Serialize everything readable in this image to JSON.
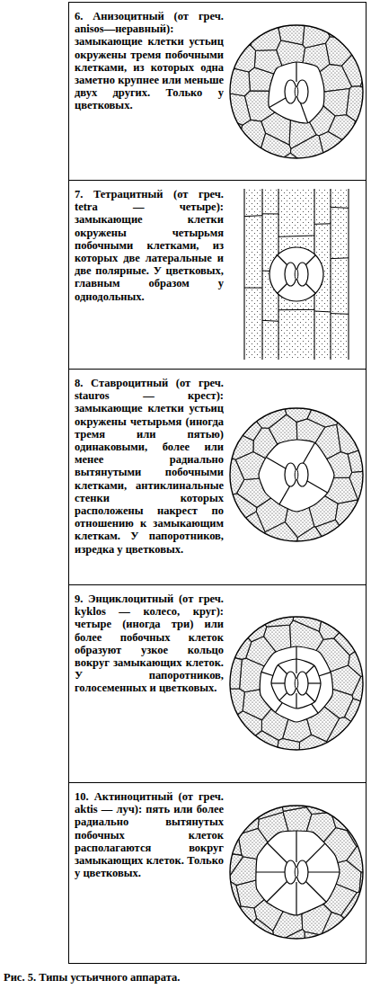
{
  "diagram": {
    "caption": "Рис. 5. Типы устьичного аппарата.",
    "nodes": [
      {
        "text": [
          "6. Анизоцитный (от греч. anisos—неравный): замыкающие клетки устьиц окружены тремя побочными клетками, из которых одна заметно крупнее или меньше двух других. Только у цветковых."
        ]
      },
      {
        "text": [
          "7. Тетрацитный (от греч. tetra — четыре): замыкающие клетки окружены четырьмя побочными клетками, из которых две латеральные и две полярные. У цветковых, главным образом у однодольных."
        ]
      },
      {
        "text": [
          "8. Ставроцитный (от греч. stauros — крест): замыкающие клетки устьиц окружены четырьмя (иногда тремя или пятью) одинаковыми, более или менее радиально вытянутыми побочными клетками, антиклинальные стенки которых расположены накрест по отношению к замыкающим клеткам. У папоротников, изредка у цветковых."
        ]
      },
      {
        "text": [
          "9. Энциклоцитный (от греч. kyklos — колесо, круг): четыре (иногда три) или более побочных клеток образуют узкое кольцо вокруг замыкающих клеток. У папоротников, голосеменных и цветковых."
        ]
      },
      {
        "text": [
          "10. Актиноцитный (от греч. aktis — луч): пять или более радиально вытянутых побочных клеток располагаются вокруг замыкающих клеток. Только у цветковых."
        ]
      }
    ]
  }
}
